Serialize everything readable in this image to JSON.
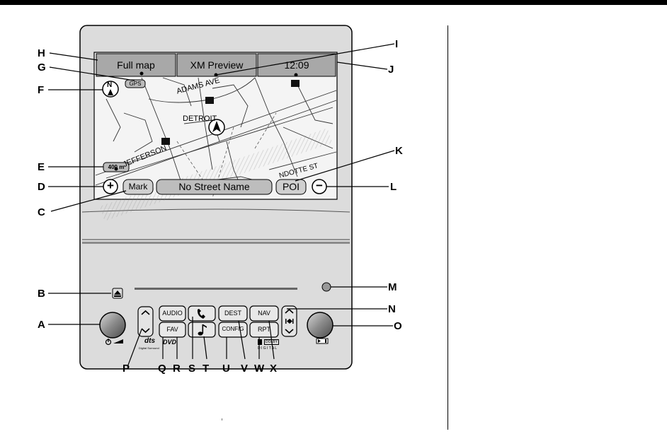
{
  "screen": {
    "tabs": [
      {
        "label": "Full map"
      },
      {
        "label": "XM Preview"
      },
      {
        "label": "12:09"
      }
    ],
    "gps_badge": "GPS",
    "compass_letter": "N",
    "scale_badge": "400 m",
    "street_labels": [
      "ADAMS AVE",
      "DETROIT",
      "JEFFERSON",
      "NDOTTE ST"
    ],
    "bottom_bar": {
      "zoom_in": "+",
      "mark": "Mark",
      "street": "No Street Name",
      "poi": "POI",
      "zoom_out": "−"
    }
  },
  "console": {
    "buttons": {
      "audio": "AUDIO",
      "dest": "DEST",
      "nav": "NAV",
      "fav": "FAV",
      "config": "CONFIG",
      "rpt": "RPT"
    },
    "logos": {
      "dts": "dts",
      "dts_sub": "Digital Surround",
      "dvd": "DVD",
      "dolby": "DOLBY",
      "digital": "D I G I T A L"
    }
  },
  "callouts": [
    "A",
    "B",
    "C",
    "D",
    "E",
    "F",
    "G",
    "H",
    "I",
    "J",
    "K",
    "L",
    "M",
    "N",
    "O",
    "P",
    "Q",
    "R",
    "S",
    "T",
    "U",
    "V",
    "W",
    "X"
  ],
  "colors": {
    "panel": "#dcdcdc",
    "screen": "#f2f2f2",
    "tab": "#a8a8a8",
    "ink": "#000000"
  },
  "icons": [
    "eject-icon",
    "power-icon",
    "phone-icon",
    "music-note-icon",
    "compass-icon",
    "seek-icon",
    "chevron-up-icon",
    "chevron-down-icon"
  ]
}
